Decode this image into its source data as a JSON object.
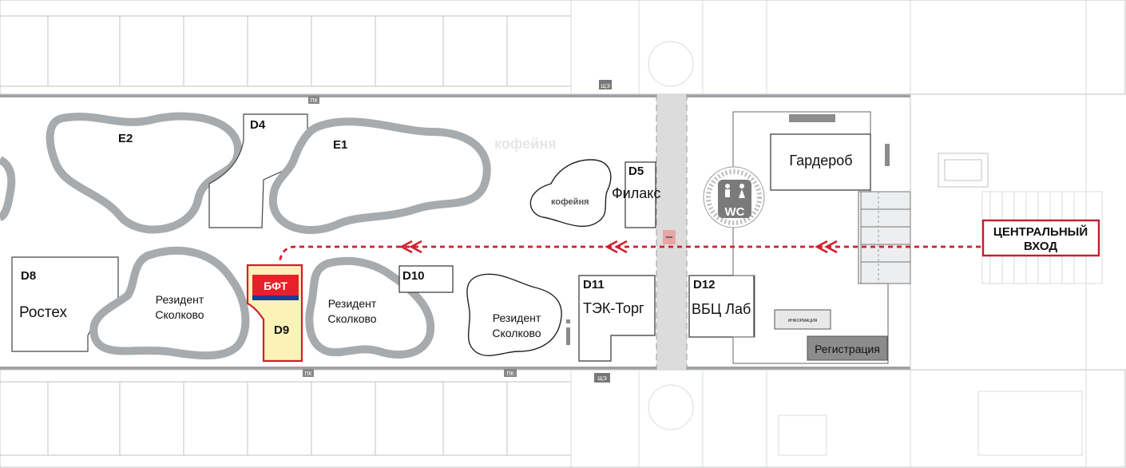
{
  "entrance": {
    "line1": "ЦЕНТРАЛЬНЫЙ",
    "line2": "ВХОД"
  },
  "zones": {
    "e1": "E1",
    "e2": "E2",
    "d4": "D4",
    "d5": {
      "code": "D5",
      "name": "Филакс"
    },
    "d8": {
      "code": "D8",
      "name": "Ростех"
    },
    "d9": {
      "code": "D9",
      "brand": "БФТ"
    },
    "d10": "D10",
    "d11": {
      "code": "D11",
      "name": "ТЭК-Торг"
    },
    "d12": {
      "code": "D12",
      "name": "ВБЦ Лаб"
    }
  },
  "residents": {
    "r1": {
      "line1": "Резидент",
      "line2": "Сколково"
    },
    "r2": {
      "line1": "Резидент",
      "line2": "Сколково"
    },
    "r3": {
      "line1": "Резидент",
      "line2": "Сколково"
    }
  },
  "amenities": {
    "cafe": "кофейня",
    "cafe_watermark": "кофейня",
    "cloakroom": "Гардероб",
    "wc": "WC",
    "registration": "Регистрация",
    "info_board": "ИНФОРМАЦИЯ",
    "info_icon": "i",
    "pk_top": "ПК",
    "pk_bottom_left": "ПК",
    "pk_bottom_mid": "ПК",
    "shch_top": "ЩЭ",
    "shch_bottom": "ЩЭ"
  },
  "colors": {
    "route": "#d0202e",
    "booth_highlight": "#fbf2b8",
    "brand_red": "#e8202a",
    "brand_blue": "#1e3c8c",
    "wall_gray": "#a7abae"
  }
}
